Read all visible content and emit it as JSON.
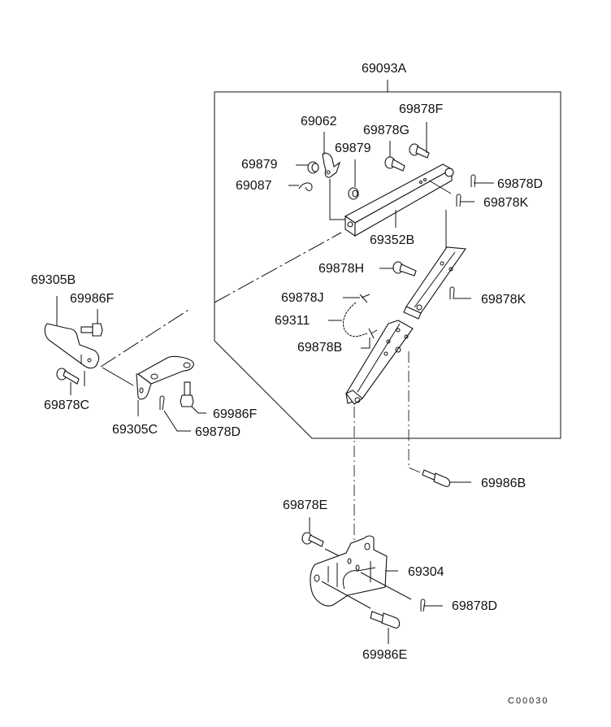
{
  "diagram": {
    "title_assembly": "69093A",
    "figure_code": "C00030",
    "labels": {
      "assembly": "69093A",
      "bolt_f": "69878F",
      "bolt_g": "69878G",
      "lever": "69062",
      "washer_a": "69879",
      "washer_b": "69879",
      "clip_69087": "69087",
      "pin_d_top": "69878D",
      "pin_k_top": "69878K",
      "link_arm": "69352B",
      "bolt_h": "69878H",
      "pin_k_mid": "69878K",
      "pin_j": "69878J",
      "chain": "69311",
      "pin_b": "69878B",
      "bracket_b": "69305B",
      "bolt_f_left": "69986F",
      "bolt_c": "69878C",
      "bracket_c": "69305C",
      "pin_d_left": "69878D",
      "bolt_f_right": "69986F",
      "bolt_986b": "69986B",
      "bolt_e": "69878E",
      "bracket_69304": "69304",
      "pin_d_bottom": "69878D",
      "bolt_986e": "69986E"
    }
  }
}
